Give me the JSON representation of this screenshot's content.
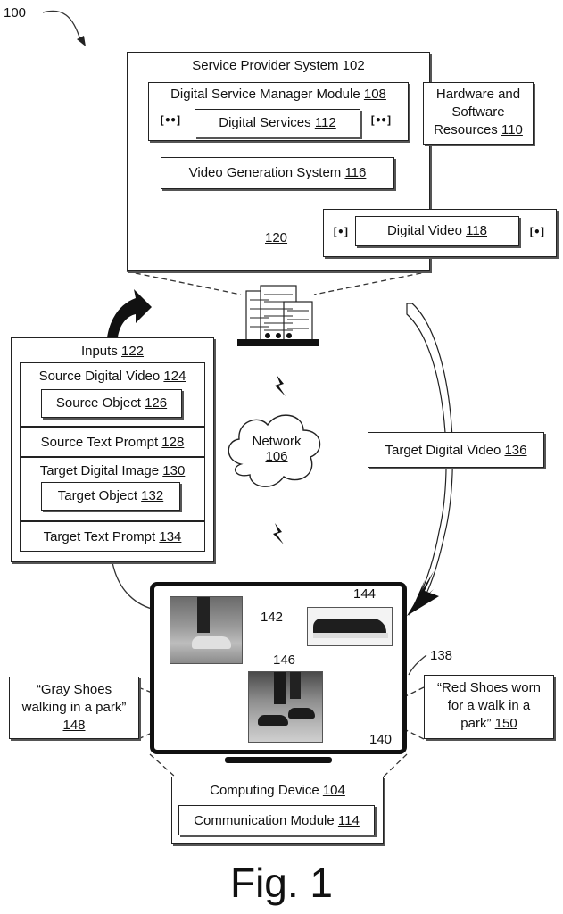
{
  "figure_ref": "100",
  "service_provider": {
    "title": "Service Provider System",
    "ref": "102"
  },
  "manager": {
    "title": "Digital Service Manager Module",
    "ref": "108"
  },
  "hardware": {
    "line1": "Hardware and",
    "line2": "Software",
    "line3": "Resources",
    "ref": "110"
  },
  "services": {
    "title": "Digital Services",
    "ref": "112"
  },
  "video_gen": {
    "title": "Video Generation System",
    "ref": "116"
  },
  "storage": {
    "ref": "120"
  },
  "target_video_stored": {
    "title": "Digital Video",
    "ref": "118"
  },
  "inputs": {
    "title": "Inputs",
    "ref": "122",
    "source_video": {
      "title": "Source Digital Video",
      "ref": "124"
    },
    "source_object": {
      "title": "Source Object",
      "ref": "126"
    },
    "source_prompt": {
      "title": "Source Text Prompt",
      "ref": "128"
    },
    "target_image": {
      "title": "Target Digital Image",
      "ref": "130"
    },
    "target_object": {
      "title": "Target Object",
      "ref": "132"
    },
    "target_prompt": {
      "title": "Target Text Prompt",
      "ref": "134"
    }
  },
  "network": {
    "title": "Network",
    "ref": "106"
  },
  "target_video_out": {
    "title": "Target Digital Video",
    "ref": "136"
  },
  "device_screen": {
    "ref_device": "138",
    "ref_ui": "140",
    "ref_src": "142",
    "ref_tgt": "144",
    "ref_out": "146"
  },
  "prompt_left": {
    "line1": "“Gray Shoes",
    "line2": "walking in a park”",
    "ref": "148"
  },
  "prompt_right": {
    "line1": "“Red Shoes worn",
    "line2": "for a walk in a",
    "line3": "park”",
    "ref": "150"
  },
  "computing_device": {
    "title": "Computing Device",
    "ref": "104"
  },
  "comm_module": {
    "title": "Communication Module",
    "ref": "114"
  },
  "caption": "Fig. 1"
}
